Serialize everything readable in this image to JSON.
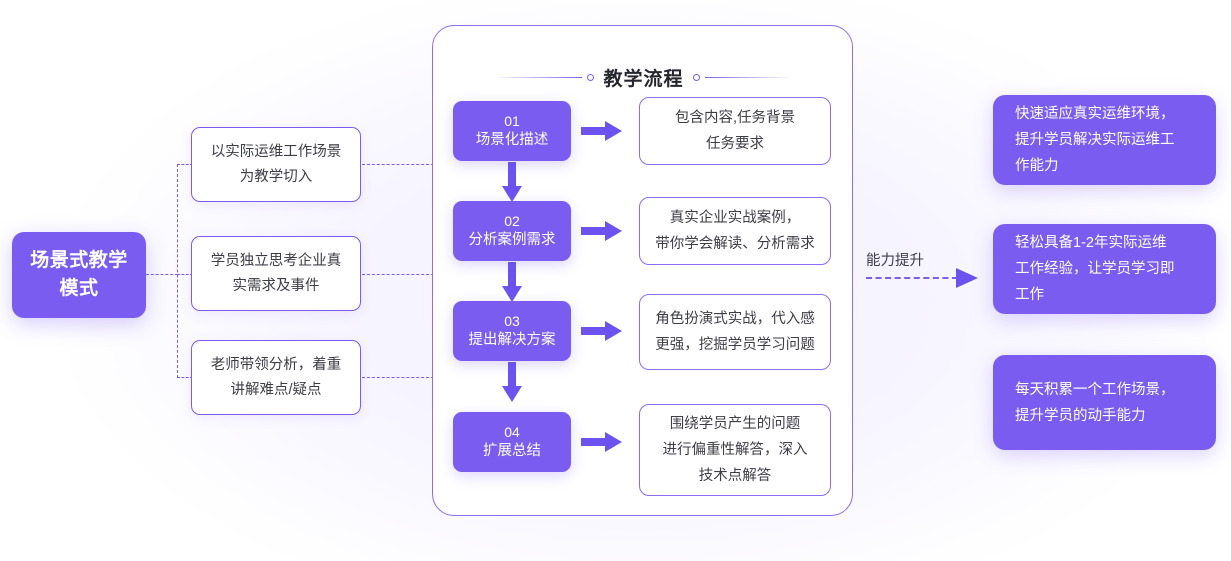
{
  "theme": {
    "accent": "#7b5cf0",
    "accent_dark": "#6c53f0",
    "border": "#8b6cf5",
    "text_dark": "#3d3d46",
    "text_white": "#ffffff",
    "page_bg": "#ffffff"
  },
  "main_title": {
    "line1": "场景式教学",
    "line2": "模式"
  },
  "left_cards": [
    {
      "line1": "以实际运维工作场景",
      "line2": "为教学切入"
    },
    {
      "line1": "学员独立思考企业真",
      "line2": "实需求及事件"
    },
    {
      "line1": "老师带领分析，着重",
      "line2": "讲解难点/疑点"
    }
  ],
  "center_panel": {
    "heading": "教学流程",
    "ornament_icon": "circle-ring-icon",
    "steps": [
      {
        "num": "01",
        "label": "场景化描述",
        "desc_line1": "包含内容,任务背景",
        "desc_line2": "任务要求",
        "desc_line3": ""
      },
      {
        "num": "02",
        "label": "分析案例需求",
        "desc_line1": "真实企业实战案例，",
        "desc_line2": "带你学会解读、分析需求",
        "desc_line3": ""
      },
      {
        "num": "03",
        "label": "提出解决方案",
        "desc_line1": "角色扮演式实战，代入感",
        "desc_line2": "更强，挖掘学员学习问题",
        "desc_line3": ""
      },
      {
        "num": "04",
        "label": "扩展总结",
        "desc_line1": "围绕学员产生的问题",
        "desc_line2": "进行偏重性解答，深入",
        "desc_line3": "技术点解答"
      }
    ]
  },
  "connector": {
    "label": "能力提升",
    "arrow_icon": "dashed-arrow-right-icon"
  },
  "right_cards": [
    {
      "line1": "快速适应真实运维环境，",
      "line2": "提升学员解决实际运维工",
      "line3": "作能力"
    },
    {
      "line1": "轻松具备1-2年实际运维",
      "line2": "工作经验，让学员学习即",
      "line3": "工作"
    },
    {
      "line1": "每天积累一个工作场景，",
      "line2": "提升学员的动手能力",
      "line3": ""
    }
  ]
}
